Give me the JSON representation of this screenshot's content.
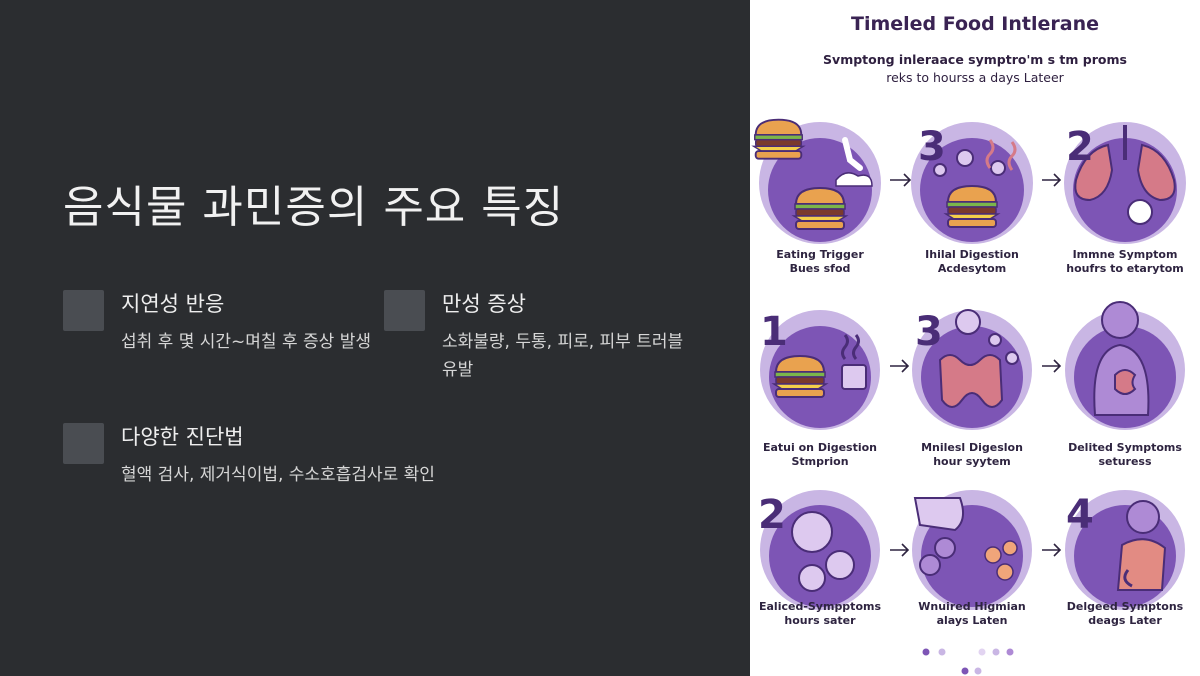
{
  "slide": {
    "title": "음식물 과민증의 주요 특징",
    "features": [
      {
        "heading": "지연성 반응",
        "description": "섭취 후 몇 시간~며칠 후 증상 발생"
      },
      {
        "heading": "만성 증상",
        "description": "소화불량, 두통, 피로, 피부 트러블 유발"
      },
      {
        "heading": "다양한 진단법",
        "description": "혈액 검사, 제거식이법, 수소호흡검사로 확인"
      }
    ]
  },
  "infographic": {
    "title": "Timeled Food Intlerane",
    "subtitle_line1": "Svmptong inleraace symptro'm s tm proms",
    "subtitle_line2": "reks to hourss a days Lateer",
    "step_numbers": [
      "3",
      "2",
      "1",
      "3",
      "2",
      "4"
    ],
    "captions": [
      {
        "line1": "Eating Trigger",
        "line2": "Bues sfod"
      },
      {
        "line1": "Ihilal Digestion",
        "line2": "Acdesytom"
      },
      {
        "line1": "Immne Symptom",
        "line2": "houfrs to etarytom"
      },
      {
        "line1": "Eatui on Digestion",
        "line2": "Stmprion"
      },
      {
        "line1": "Mnilesl Digeslon",
        "line2": "hour syytem"
      },
      {
        "line1": "Delited Symptoms",
        "line2": "seturess"
      },
      {
        "line1": "Ealiced-Sympptoms",
        "line2": "hours sater"
      },
      {
        "line1": "Wnuired Higmian",
        "line2": "alays Laten"
      },
      {
        "line1": "Delgeed Symptons",
        "line2": "deags Later"
      }
    ],
    "colors": {
      "circle_outer": "#c9b6e4",
      "circle_inner": "#7d55b5",
      "number": "#4a2d77",
      "bun": "#e9a24f",
      "patty": "#7a3a2d",
      "organ": "#d57a88"
    }
  }
}
